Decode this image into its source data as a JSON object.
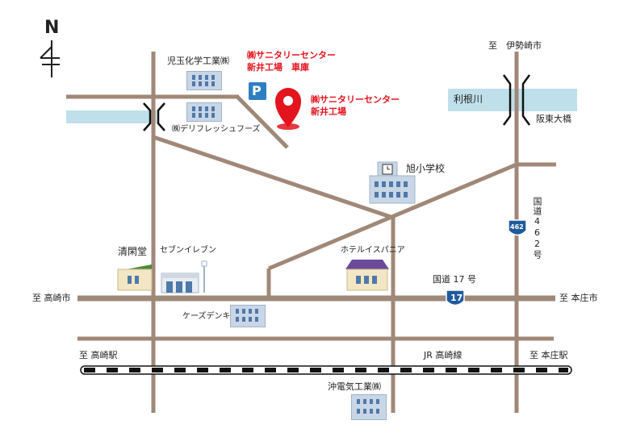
{
  "north": {
    "letter": "N"
  },
  "colors": {
    "road": "#a08878",
    "river": "#bfe0ea",
    "accent": "#e4141e",
    "parking": "#2e7fc1",
    "shield": "#1f5a9e"
  },
  "labels": {
    "kodama": "児玉化学工業㈱",
    "sanitary_garage": "㈱サニタリーセンター\n新井工場　車庫",
    "sanitary_main": "㈱サニタリーセンター\n新井工場",
    "deli": "㈱デリフレッシュフーズ",
    "asahi_school": "旭小学校",
    "isesaki": "至　伊勢崎市",
    "tone_river": "利根川",
    "bando_bridge": "阪東大橋",
    "route462": "国道462号",
    "route462_num": "462",
    "seikando": "清閑堂",
    "seven_eleven": "セブンイレブン",
    "hotel": "ホテルイスパニア",
    "route17": "国道 17 号",
    "route17_num": "17",
    "to_takasaki_city": "至 高崎市",
    "to_honjo_city": "至 本庄市",
    "ksdenki": "ケーズデンキ",
    "to_takasaki_sta": "至 高崎駅",
    "jr_line": "JR 高崎線",
    "to_honjo_sta": "至 本庄駅",
    "okidenki": "沖電気工業㈱",
    "parking": "P"
  }
}
